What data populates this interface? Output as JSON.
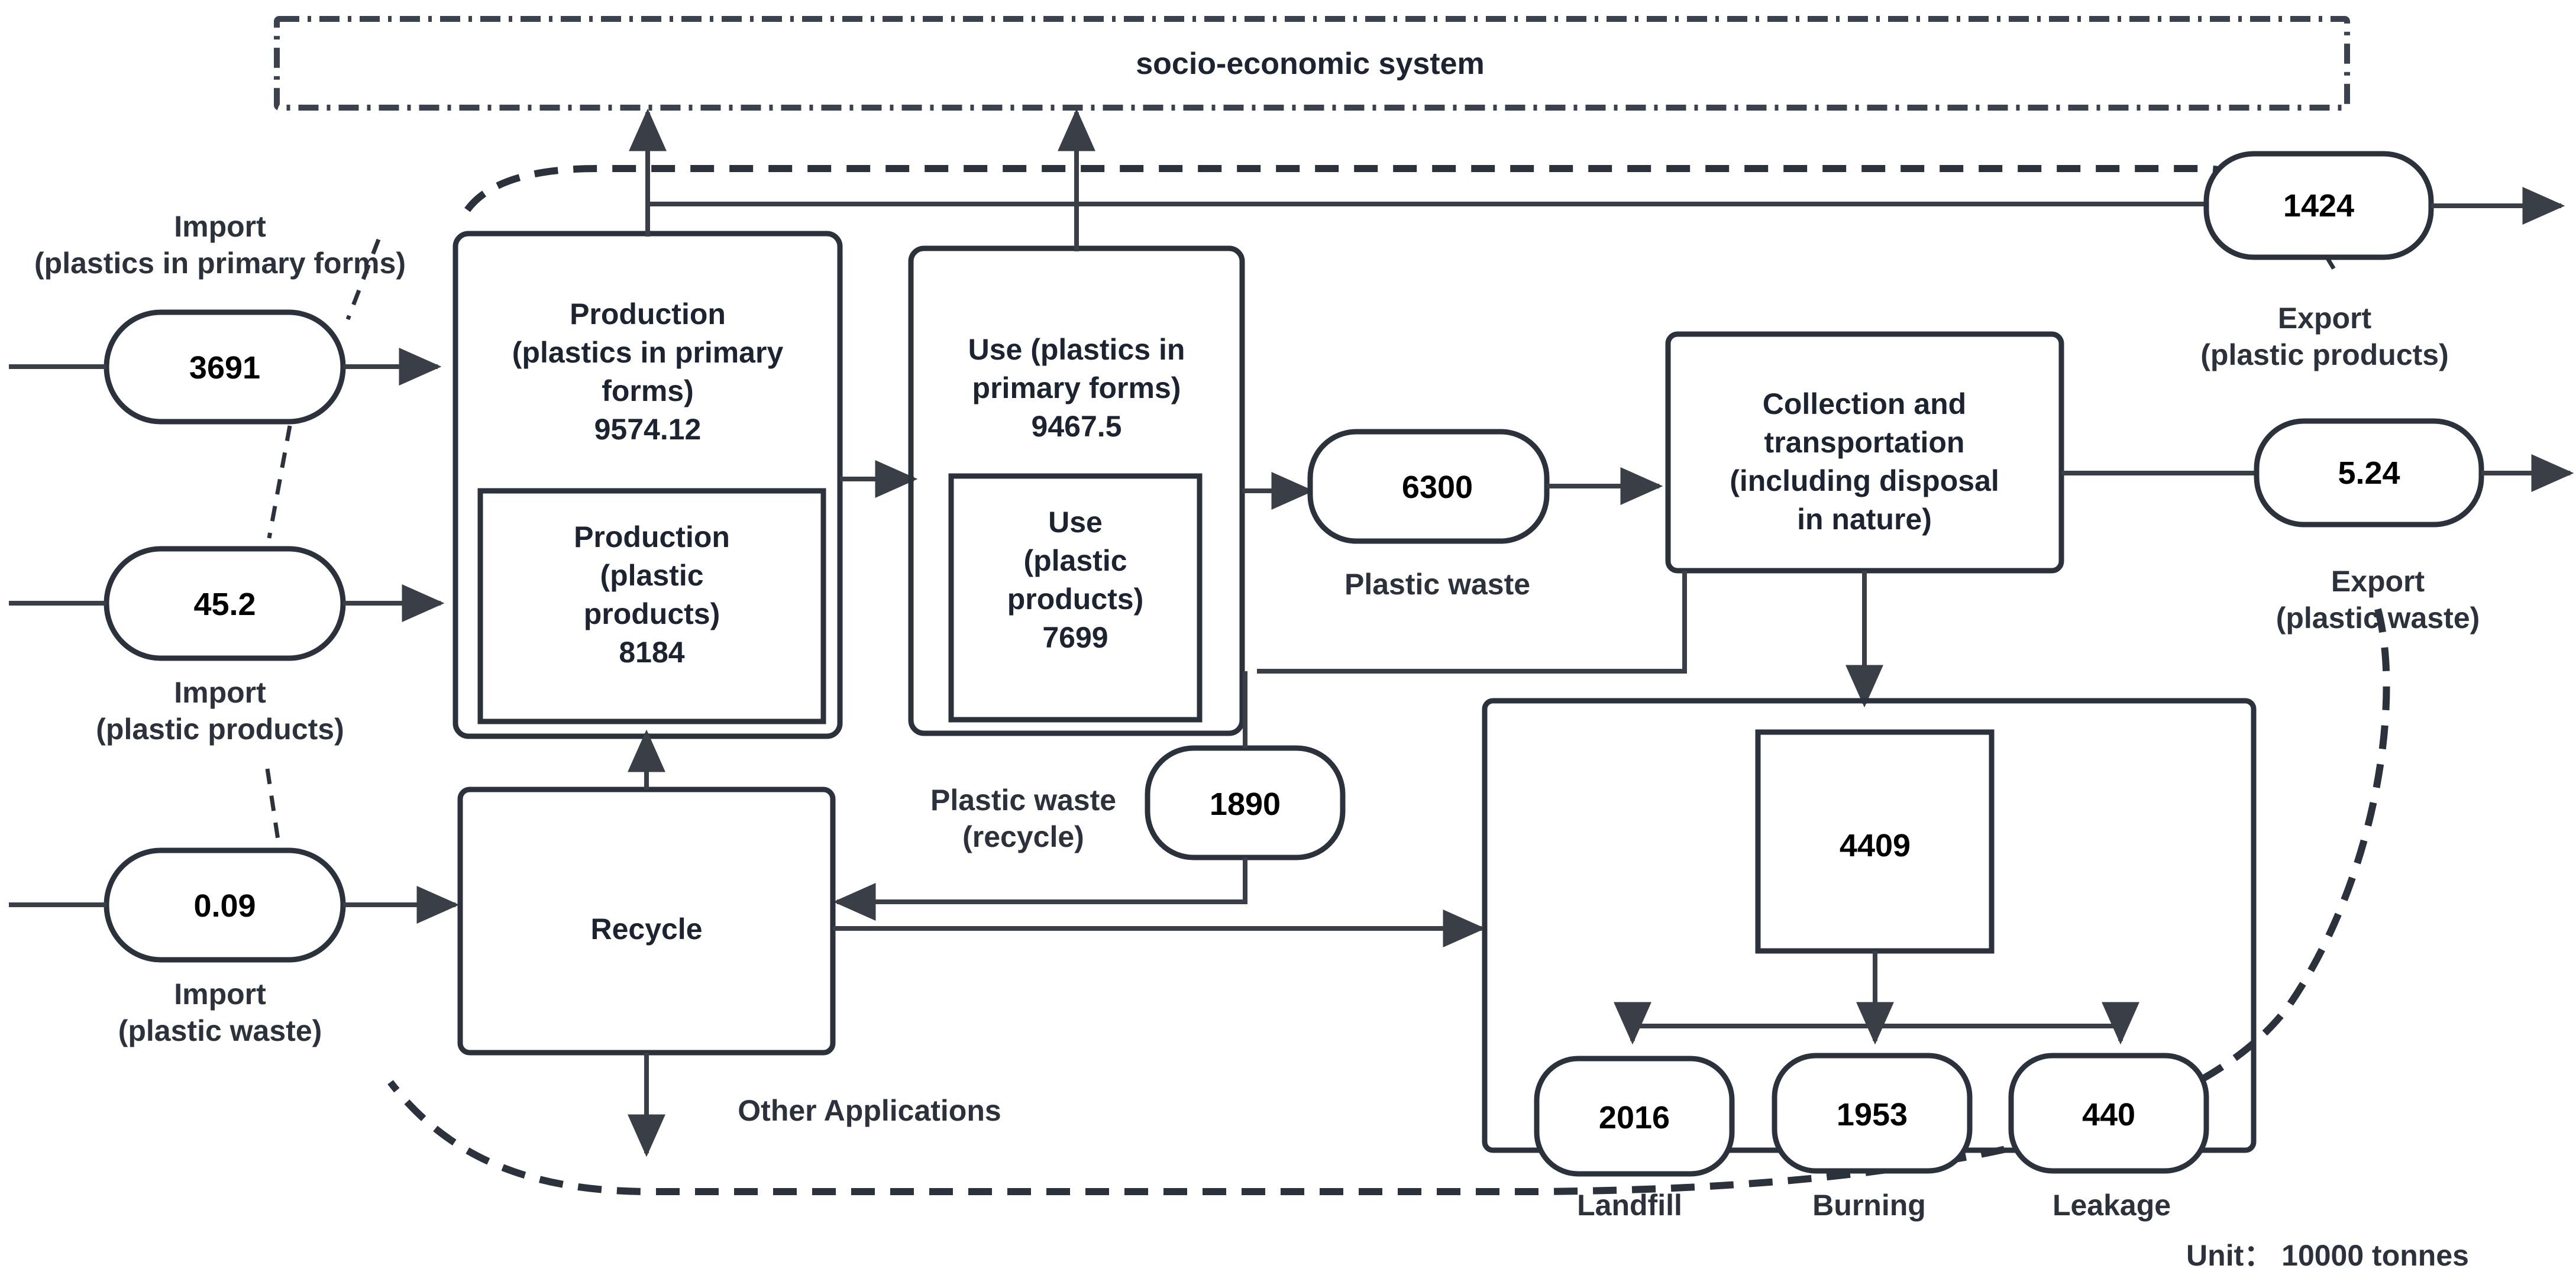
{
  "diagram": {
    "title": "socio-economic system",
    "unit_note": "Unit： 10000 tonnes",
    "system_boundary_label": "socio-economic system"
  },
  "nodes": {
    "import_primary_forms": {
      "value": "3691",
      "label_line1": "Import",
      "label_line2": "(plastics in primary forms)"
    },
    "import_plastic_products": {
      "value": "45.2",
      "label_line1": "Import",
      "label_line2": "(plastic products)"
    },
    "import_plastic_waste": {
      "value": "0.09",
      "label_line1": "Import",
      "label_line2": "(plastic waste)"
    },
    "export_plastic_products": {
      "value": "1424",
      "label_line1": "Export",
      "label_line2": "(plastic products)"
    },
    "export_plastic_waste": {
      "value": "5.24",
      "label_line1": "Export",
      "label_line2": "(plastic waste)"
    },
    "plastic_waste": {
      "value": "6300",
      "label": "Plastic waste"
    },
    "plastic_waste_recycle": {
      "value": "1890",
      "label_line1": "Plastic waste",
      "label_line2": "(recycle)"
    },
    "disposal_total": {
      "value": "4409"
    },
    "landfill": {
      "value": "2016",
      "label": "Landfill"
    },
    "burning": {
      "value": "1953",
      "label": "Burning"
    },
    "leakage": {
      "value": "440",
      "label": "Leakage"
    }
  },
  "processes": {
    "production_primary": {
      "line1": "Production",
      "line2": "(plastics in primary",
      "line3": "forms)",
      "value": "9574.12"
    },
    "production_products": {
      "line1": "Production",
      "line2": "(plastic",
      "line3": "products)",
      "value": "8184"
    },
    "use_primary": {
      "line1": "Use  (plastics in",
      "line2": "primary forms)",
      "value": "9467.5"
    },
    "use_products": {
      "line1": "Use",
      "line2": "(plastic",
      "line3": "products)",
      "value": "7699"
    },
    "collection": {
      "line1": "Collection and",
      "line2": "transportation",
      "line3": "(including disposal",
      "line4": "in nature)"
    },
    "recycle": {
      "label": "Recycle"
    }
  },
  "flows": {
    "other_applications": "Other Applications"
  },
  "colors": {
    "stroke": "#2b323c",
    "flow": "#3a3f47",
    "text": "#1b2430",
    "background": "#ffffff"
  },
  "chart_data": {
    "type": "diagram",
    "title": "Plastic material flow in the socio-economic system",
    "unit": "10000 tonnes",
    "stocks": [
      {
        "name": "Production (plastics in primary forms)",
        "value": 9574.12
      },
      {
        "name": "Production (plastic products)",
        "value": 8184
      },
      {
        "name": "Use (plastics in primary forms)",
        "value": 9467.5
      },
      {
        "name": "Use (plastic products)",
        "value": 7699
      }
    ],
    "inflows": [
      {
        "name": "Import (plastics in primary forms)",
        "value": 3691
      },
      {
        "name": "Import (plastic products)",
        "value": 45.2
      },
      {
        "name": "Import (plastic waste)",
        "value": 0.09
      }
    ],
    "outflows": [
      {
        "name": "Export (plastic products)",
        "value": 1424
      },
      {
        "name": "Export (plastic waste)",
        "value": 5.24
      }
    ],
    "waste": [
      {
        "name": "Plastic waste",
        "value": 6300
      },
      {
        "name": "Plastic waste (recycle)",
        "value": 1890
      },
      {
        "name": "Collection and transportation total",
        "value": 4409
      },
      {
        "name": "Landfill",
        "value": 2016
      },
      {
        "name": "Burning",
        "value": 1953
      },
      {
        "name": "Leakage",
        "value": 440
      }
    ]
  }
}
